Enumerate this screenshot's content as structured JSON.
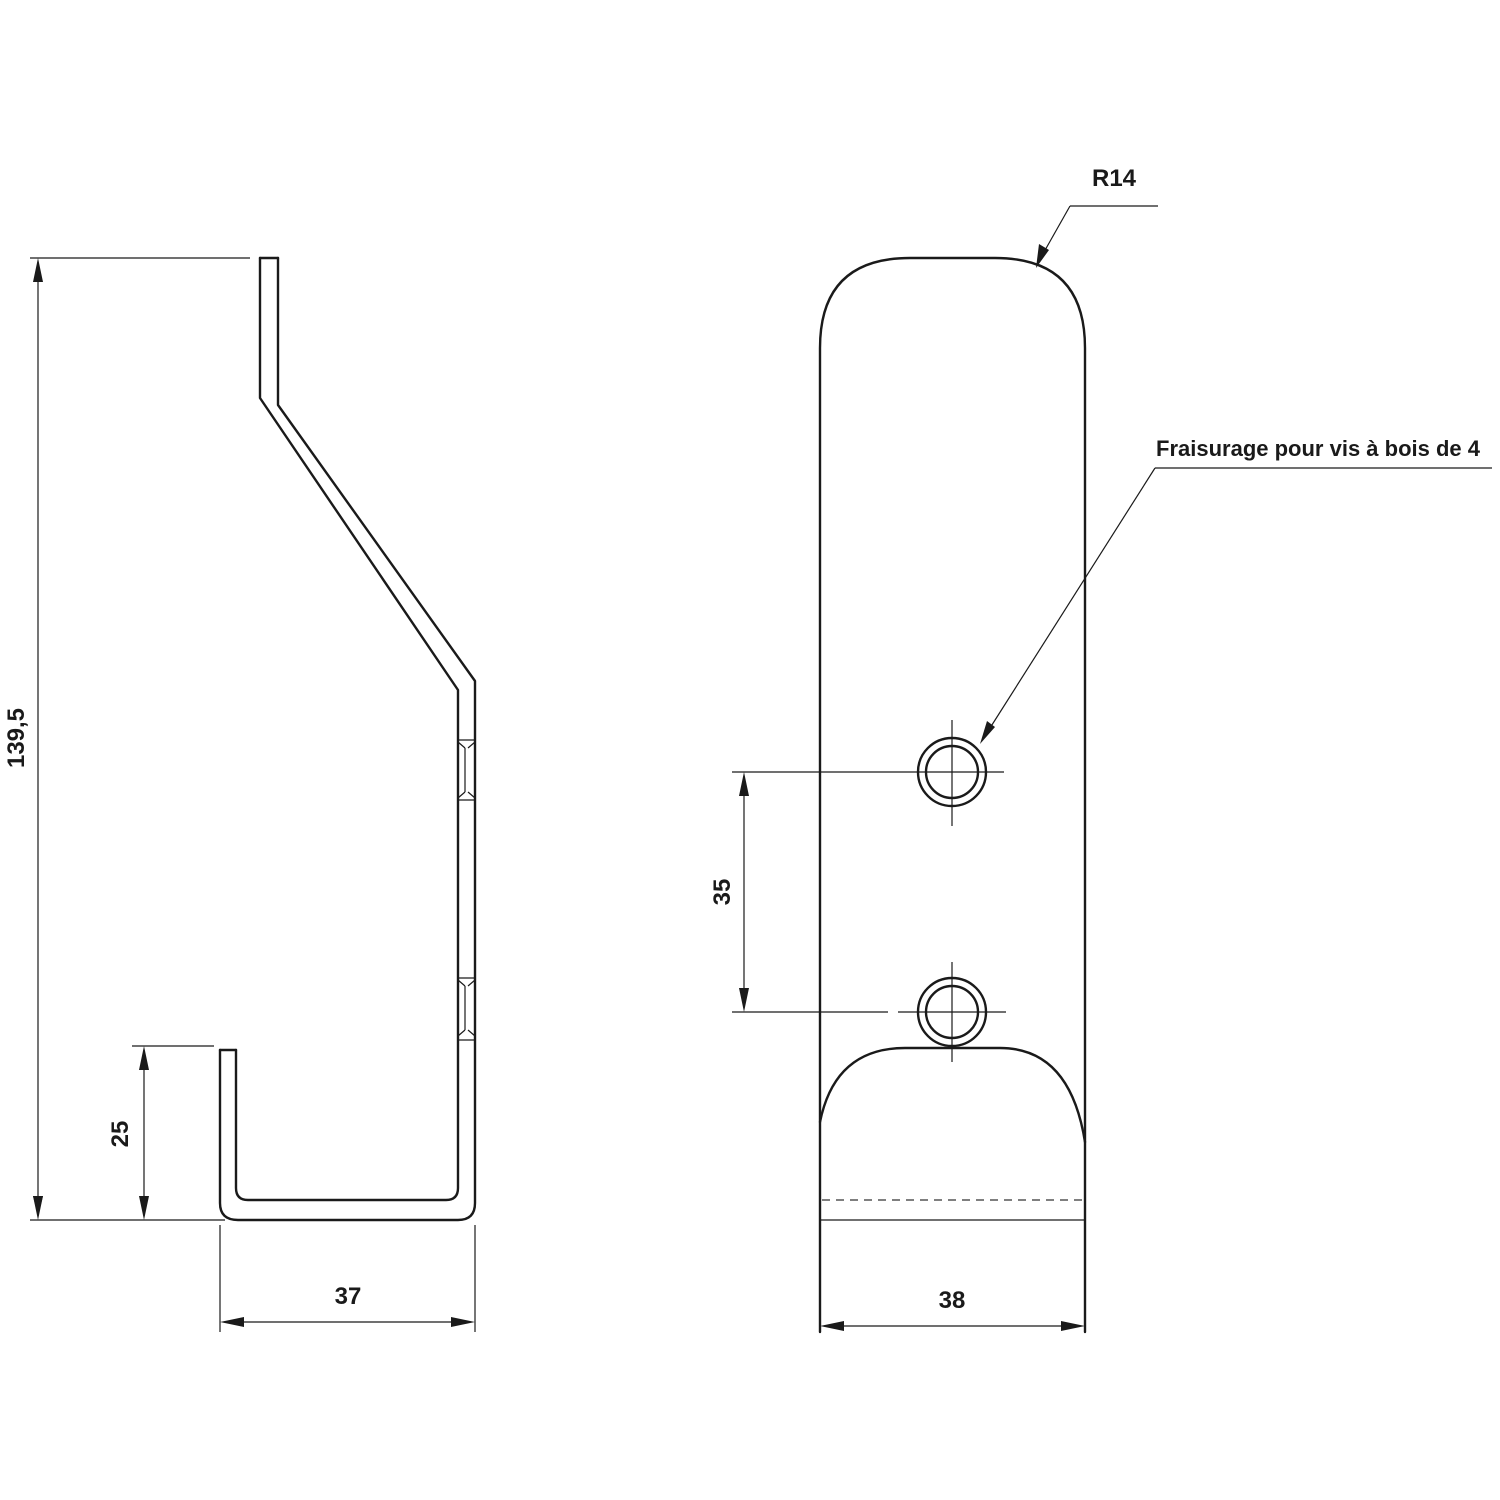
{
  "drawing": {
    "side_view": {
      "overall_height": "139,5",
      "hook_height": "25",
      "depth": "37"
    },
    "front_view": {
      "radius": "R14",
      "hole_spacing": "35",
      "width": "38",
      "note": "Fraisurage pour vis à bois de 4"
    }
  },
  "colors": {
    "line": "#1a1a1a",
    "background": "#ffffff"
  }
}
